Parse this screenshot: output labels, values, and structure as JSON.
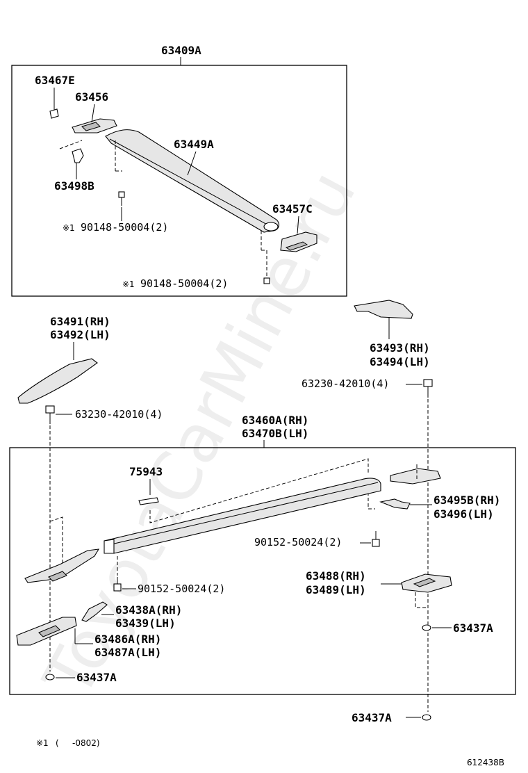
{
  "watermark": "ToyotaCarMine.ru",
  "footnote": {
    "mark": "※1",
    "paren_open": "(",
    "range": "-0802)"
  },
  "drawing_number": "612438B",
  "upper_assembly": {
    "title": "63409A",
    "parts": {
      "clip_e": "63467E",
      "front_leg": "63456",
      "rail": "63449A",
      "clip_b": "63498B",
      "rear_leg": "63457C",
      "screw_mark_1": "※1",
      "screw_1": "90148-50004(2)",
      "screw_mark_2": "※1",
      "screw_2": "90148-50004(2)"
    }
  },
  "middle": {
    "cover_front_rh": "63491(RH)",
    "cover_front_lh": "63492(LH)",
    "cover_rear_rh": "63493(RH)",
    "cover_rear_lh": "63494(LH)",
    "bolt_right": "63230-42010(4)",
    "bolt_left": "63230-42010(4)"
  },
  "lower_assembly": {
    "title_rh": "63460A(RH)",
    "title_lh": "63470B(LH)",
    "parts": {
      "label_part": "75943",
      "bracket_rh": "63495B(RH)",
      "bracket_lh": "63496(LH)",
      "screw_right": "90152-50024(2)",
      "screw_left": "90152-50024(2)",
      "leg_rear_rh": "63488(RH)",
      "leg_rear_lh": "63489(LH)",
      "clip_front_rh": "63438A(RH)",
      "clip_front_lh": "63439(LH)",
      "leg_front_rh": "63486A(RH)",
      "leg_front_lh": "63487A(LH)",
      "pad_right": "63437A",
      "pad_left": "63437A"
    }
  },
  "pad_bottom": "63437A"
}
